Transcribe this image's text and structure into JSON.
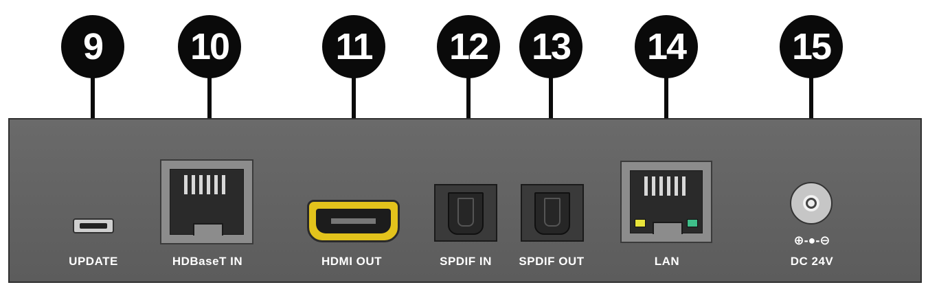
{
  "callouts": [
    "9",
    "10",
    "11",
    "12",
    "13",
    "14",
    "15"
  ],
  "ports": {
    "update": "UPDATE",
    "hdbaset_in": "HDBaseT IN",
    "hdmi_out": "HDMI OUT",
    "spdif_in": "SPDIF IN",
    "spdif_out": "SPDIF OUT",
    "lan": "LAN",
    "dc": "DC 24V"
  },
  "polarity_symbol": "⊕-●-⊖",
  "colors": {
    "panel": "#5f5f5f",
    "callout": "#0a0a0a",
    "hdmi_accent": "#e3c31c",
    "led_yellow": "#e8e33a",
    "led_green": "#3fbf8a"
  }
}
